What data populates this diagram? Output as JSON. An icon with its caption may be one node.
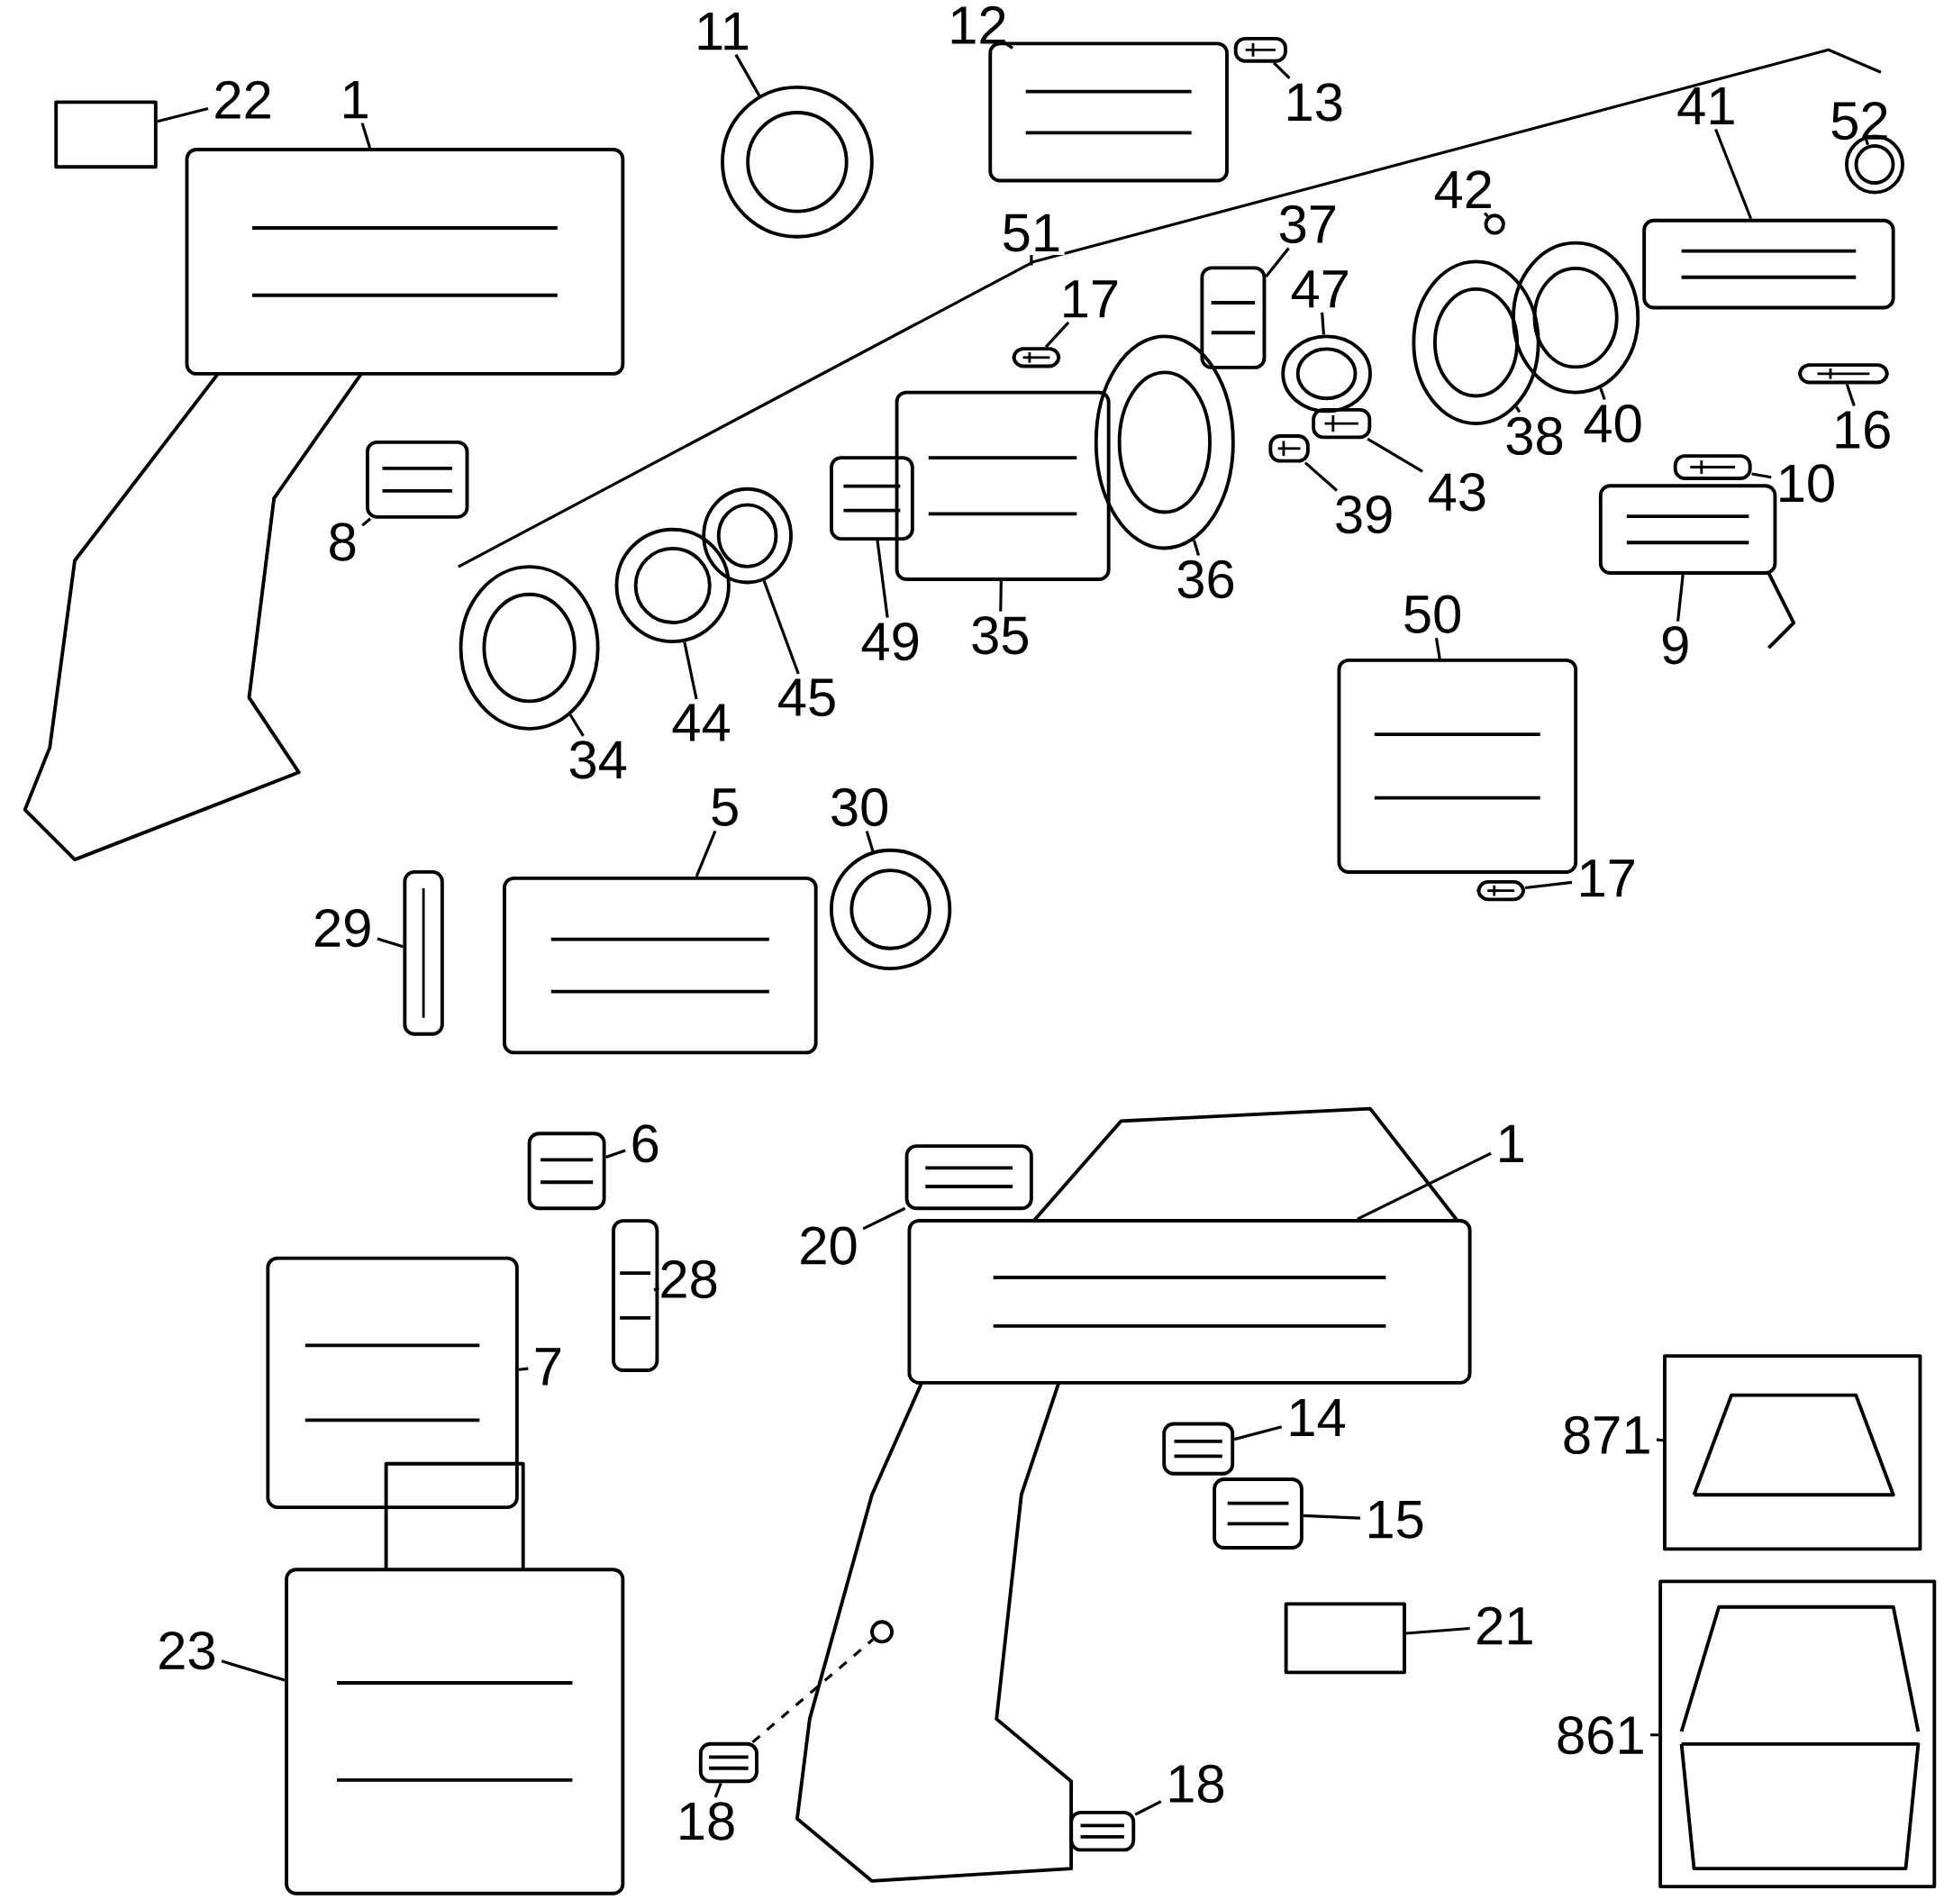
{
  "diagram": {
    "nodes": [
      {
        "text": [
          "22"
        ]
      },
      {
        "text": [],
        "shape": "box"
      },
      {
        "text": [
          "1"
        ]
      },
      {
        "text": [],
        "shape": "picture"
      },
      {
        "text": [
          "11"
        ]
      },
      {
        "text": [],
        "shape": "circle"
      },
      {
        "text": [
          "12"
        ]
      },
      {
        "text": [],
        "shape": "picture"
      },
      {
        "text": [
          "13"
        ]
      },
      {
        "text": [],
        "shape": "picture"
      },
      {
        "text": [
          "52"
        ]
      },
      {
        "text": [],
        "shape": "circle"
      },
      {
        "text": [
          "41"
        ]
      },
      {
        "text": [],
        "shape": "picture"
      },
      {
        "text": [
          "42"
        ]
      },
      {
        "text": [],
        "shape": "circle"
      },
      {
        "text": [
          "40"
        ]
      },
      {
        "text": [],
        "shape": "circle"
      },
      {
        "text": [
          "38"
        ]
      },
      {
        "text": [],
        "shape": "circle"
      },
      {
        "text": [
          "37"
        ]
      },
      {
        "text": [],
        "shape": "picture"
      },
      {
        "text": [
          "47"
        ]
      },
      {
        "text": [],
        "shape": "circle"
      },
      {
        "text": [
          "43"
        ]
      },
      {
        "text": [],
        "shape": "picture"
      },
      {
        "text": [
          "39"
        ]
      },
      {
        "text": [],
        "shape": "picture"
      },
      {
        "text": [
          "17"
        ]
      },
      {
        "text": [],
        "shape": "picture"
      },
      {
        "text": [
          "36"
        ]
      },
      {
        "text": [],
        "shape": "circle"
      },
      {
        "text": [
          "35"
        ]
      },
      {
        "text": [],
        "shape": "picture"
      },
      {
        "text": [
          "49"
        ]
      },
      {
        "text": [],
        "shape": "picture"
      },
      {
        "text": [
          "45"
        ]
      },
      {
        "text": [],
        "shape": "circle"
      },
      {
        "text": [
          "44"
        ]
      },
      {
        "text": [],
        "shape": "circle"
      },
      {
        "text": [
          "34"
        ]
      },
      {
        "text": [],
        "shape": "circle"
      },
      {
        "text": [
          "8"
        ]
      },
      {
        "text": [],
        "shape": "picture"
      },
      {
        "text": [
          "16"
        ]
      },
      {
        "text": [],
        "shape": "picture"
      },
      {
        "text": [
          "10"
        ]
      },
      {
        "text": [],
        "shape": "picture"
      },
      {
        "text": [
          "9"
        ]
      },
      {
        "text": [],
        "shape": "picture"
      },
      {
        "text": [
          "50"
        ]
      },
      {
        "text": [],
        "shape": "picture"
      },
      {
        "text": [
          "17"
        ]
      },
      {
        "text": [],
        "shape": "picture"
      },
      {
        "text": [
          "5"
        ]
      },
      {
        "text": [],
        "shape": "picture"
      },
      {
        "text": [
          "30"
        ]
      },
      {
        "text": [],
        "shape": "circle"
      },
      {
        "text": [
          "29"
        ]
      },
      {
        "text": [],
        "shape": "picture"
      },
      {
        "text": [
          "6"
        ]
      },
      {
        "text": [],
        "shape": "picture"
      },
      {
        "text": [
          "28"
        ]
      },
      {
        "text": [],
        "shape": "picture"
      },
      {
        "text": [
          "7"
        ]
      },
      {
        "text": [],
        "shape": "picture"
      },
      {
        "text": [
          "20"
        ]
      },
      {
        "text": [],
        "shape": "picture"
      },
      {
        "text": [
          "1"
        ]
      },
      {
        "text": [],
        "shape": "picture"
      },
      {
        "text": [
          "14"
        ]
      },
      {
        "text": [],
        "shape": "picture"
      },
      {
        "text": [
          "15"
        ]
      },
      {
        "text": [],
        "shape": "picture"
      },
      {
        "text": [
          "21"
        ]
      },
      {
        "text": [],
        "shape": "box"
      },
      {
        "text": [
          "23"
        ]
      },
      {
        "text": [],
        "shape": "picture"
      },
      {
        "text": [
          "18"
        ]
      },
      {
        "text": [],
        "shape": "picture"
      },
      {
        "text": [],
        "shape": "circle"
      },
      {
        "text": [
          "18"
        ]
      },
      {
        "text": [],
        "shape": "picture"
      },
      {
        "text": [
          "871"
        ]
      },
      {
        "text": [],
        "shape": "box"
      },
      {
        "text": [
          "861"
        ]
      },
      {
        "text": [],
        "shape": "box"
      }
    ],
    "edges": [
      {
        "from": 0,
        "to": 1,
        "arrow": "none"
      },
      {
        "from": 2,
        "to": 3,
        "arrow": "none"
      },
      {
        "from": 4,
        "to": 5,
        "arrow": "none"
      },
      {
        "from": 6,
        "to": 7,
        "arrow": "none"
      },
      {
        "from": 8,
        "to": 9,
        "arrow": "none"
      },
      {
        "from": 10,
        "to": 11,
        "arrow": "none"
      },
      {
        "from": 12,
        "to": 13,
        "arrow": "none"
      },
      {
        "from": 14,
        "to": 15,
        "arrow": "none"
      },
      {
        "from": 16,
        "to": 17,
        "arrow": "none"
      },
      {
        "from": 18,
        "to": 19,
        "arrow": "none"
      },
      {
        "from": 20,
        "to": 21,
        "arrow": "none"
      },
      {
        "from": 22,
        "to": 23,
        "arrow": "none"
      },
      {
        "from": 24,
        "to": 25,
        "arrow": "none"
      },
      {
        "from": 26,
        "to": 27,
        "arrow": "none"
      },
      {
        "from": 28,
        "to": 29,
        "arrow": "none"
      },
      {
        "from": 30,
        "to": 31,
        "arrow": "none"
      },
      {
        "from": 32,
        "to": 33,
        "arrow": "none"
      },
      {
        "from": 34,
        "to": 35,
        "arrow": "none"
      },
      {
        "from": 36,
        "to": 37,
        "arrow": "none"
      },
      {
        "from": 38,
        "to": 39,
        "arrow": "none"
      },
      {
        "from": 40,
        "to": 41,
        "arrow": "none"
      },
      {
        "from": 42,
        "to": 43,
        "arrow": "none"
      },
      {
        "from": 44,
        "to": 45,
        "arrow": "none"
      },
      {
        "from": 46,
        "to": 47,
        "arrow": "none"
      },
      {
        "from": 48,
        "to": 49,
        "arrow": "none"
      },
      {
        "from": 50,
        "to": 51,
        "arrow": "none"
      },
      {
        "from": 52,
        "to": 53,
        "arrow": "none"
      },
      {
        "from": 54,
        "to": 55,
        "arrow": "none"
      },
      {
        "from": 56,
        "to": 57,
        "arrow": "none"
      },
      {
        "from": 58,
        "to": 59,
        "arrow": "none"
      },
      {
        "from": 60,
        "to": 61,
        "arrow": "none"
      },
      {
        "from": 62,
        "to": 63,
        "arrow": "none"
      },
      {
        "from": 64,
        "to": 65,
        "arrow": "none"
      },
      {
        "from": 66,
        "to": 67,
        "arrow": "none"
      },
      {
        "from": 68,
        "to": 69,
        "arrow": "none"
      },
      {
        "from": 70,
        "to": 71,
        "arrow": "none"
      },
      {
        "from": 72,
        "to": 73,
        "arrow": "none"
      },
      {
        "from": 74,
        "to": 75,
        "arrow": "none"
      },
      {
        "from": 76,
        "to": 77,
        "arrow": "none"
      },
      {
        "from": 78,
        "to": 79,
        "arrow": "none"
      },
      {
        "from": 79,
        "to": 80,
        "arrow": "none",
        "style": "dashed"
      },
      {
        "from": 81,
        "to": 82,
        "arrow": "none"
      },
      {
        "from": 83,
        "to": 84,
        "arrow": "none"
      },
      {
        "from": 85,
        "to": 86,
        "arrow": "none"
      }
    ],
    "labels": [
      "51"
    ]
  }
}
